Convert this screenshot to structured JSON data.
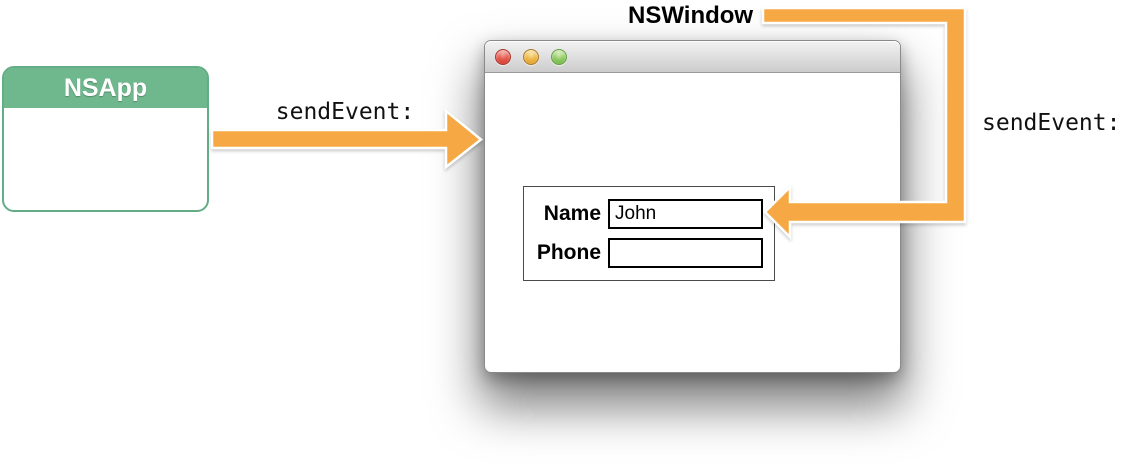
{
  "diagram": {
    "nsapp": {
      "title": "NSApp"
    },
    "nswindow_label": "NSWindow",
    "arrows": {
      "left_label": "sendEvent:",
      "right_label": "sendEvent:"
    },
    "colors": {
      "arrow_orange": "#F5A843",
      "nsapp_green": "#6FB78D",
      "nsapp_border_green": "#63AD86"
    }
  },
  "mac_window": {
    "traffic_lights": [
      "close",
      "minimize",
      "zoom"
    ],
    "form": {
      "fields": [
        {
          "label": "Name",
          "value": "John"
        },
        {
          "label": "Phone",
          "value": ""
        }
      ]
    }
  }
}
